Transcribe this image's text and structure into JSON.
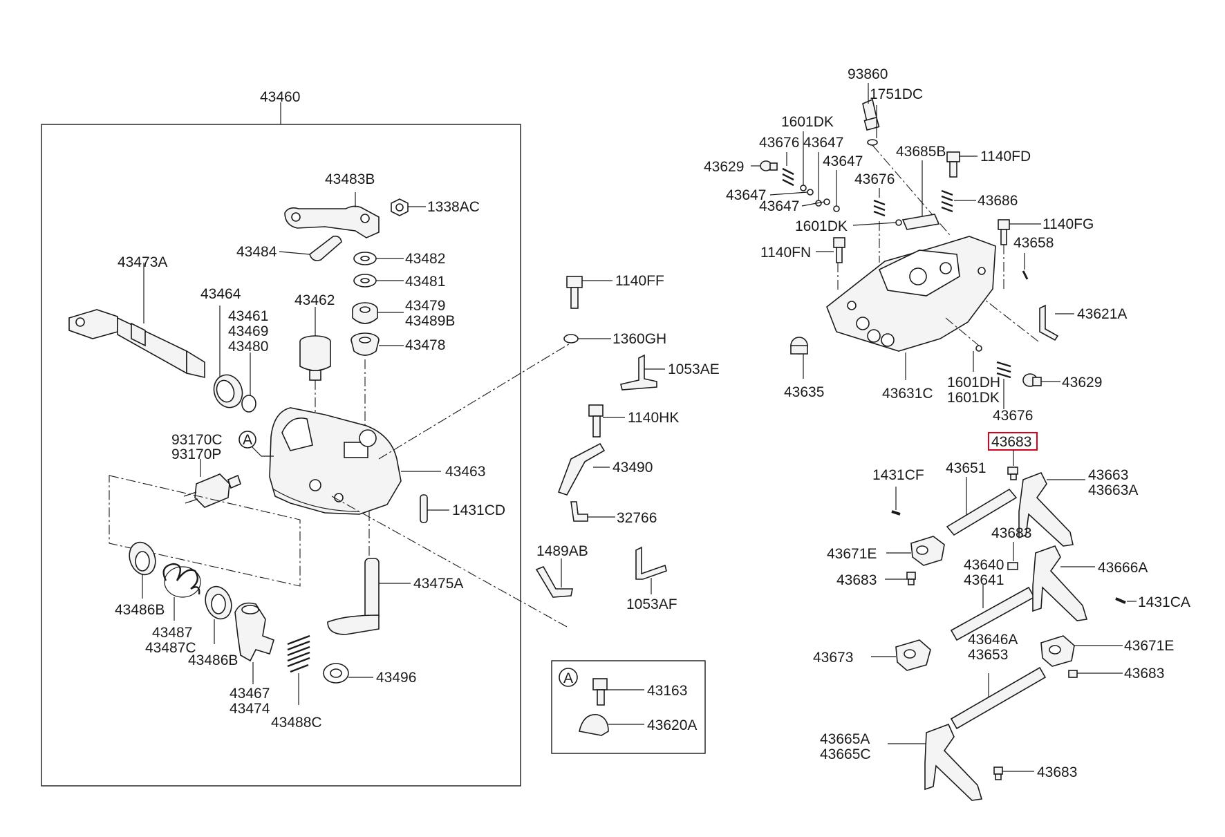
{
  "labels": {
    "l43460": "43460",
    "l43483b": "43483B",
    "l1338ac": "1338AC",
    "l43484": "43484",
    "l43482": "43482",
    "l43481": "43481",
    "l43473a": "43473A",
    "l43464": "43464",
    "l43462": "43462",
    "l43479": "43479",
    "l43489b": "43489B",
    "l43461": "43461",
    "l43469": "43469",
    "l43480": "43480",
    "l43478": "43478",
    "l93170c": "93170C",
    "l93170p": "93170P",
    "l43463": "43463",
    "l1431cd": "1431CD",
    "l43475a": "43475A",
    "l43486b_1": "43486B",
    "l43487": "43487",
    "l43487c": "43487C",
    "l43486b_2": "43486B",
    "l43467": "43467",
    "l43474": "43474",
    "l43488c": "43488C",
    "l43496": "43496",
    "l1140ff": "1140FF",
    "l1360gh": "1360GH",
    "l1053ae": "1053AE",
    "l1140hk": "1140HK",
    "l43490": "43490",
    "l32766": "32766",
    "l1489ab": "1489AB",
    "l1053af": "1053AF",
    "l43163": "43163",
    "l43620a": "43620A",
    "l93860": "93860",
    "l1751dc": "1751DC",
    "l1601dk_1": "1601DK",
    "l43676_1": "43676",
    "l43647_1": "43647",
    "l43647_2": "43647",
    "l43629_1": "43629",
    "l43647_3": "43647",
    "l43647_4": "43647",
    "l43685b": "43685B",
    "l1140fd": "1140FD",
    "l43676_2": "43676",
    "l43686": "43686",
    "l1601dk_2": "1601DK",
    "l1140fg": "1140FG",
    "l1140fn": "1140FN",
    "l43658": "43658",
    "l43621a": "43621A",
    "l43635": "43635",
    "l43631c": "43631C",
    "l1601dh": "1601DH",
    "l1601dk_3": "1601DK",
    "l43629_2": "43629",
    "l43676_3": "43676",
    "l43683_hl": "43683",
    "l1431cf": "1431CF",
    "l43651": "43651",
    "l43663": "43663",
    "l43663a": "43663A",
    "l43683_2": "43683",
    "l43671e_1": "43671E",
    "l43640": "43640",
    "l43641": "43641",
    "l43683_3": "43683",
    "l43666a": "43666A",
    "l1431ca": "1431CA",
    "l43646a": "43646A",
    "l43653": "43653",
    "l43673": "43673",
    "l43671e_2": "43671E",
    "l43683_4": "43683",
    "l43665a": "43665A",
    "l43665c": "43665C",
    "l43683_5": "43683",
    "markerA_1": "A",
    "markerA_2": "A"
  },
  "colors": {
    "line": "#1a1a1a",
    "highlight": "#d9001b",
    "part_fill": "#f4f4f4"
  }
}
